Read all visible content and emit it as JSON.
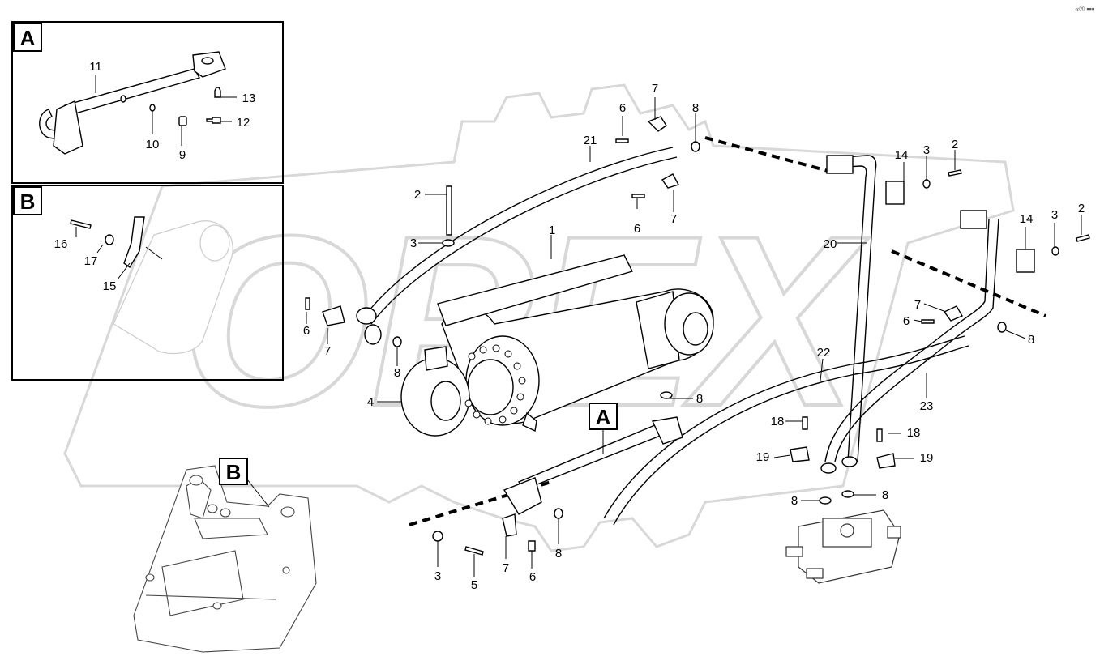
{
  "corner_text": "«® ▪▪▪",
  "watermark": "OPEX",
  "detail_boxes": [
    {
      "id": "A",
      "letter": "A"
    },
    {
      "id": "B",
      "letter": "B"
    }
  ],
  "callout_boxes": [
    {
      "id": "A",
      "letter": "A"
    },
    {
      "id": "B",
      "letter": "B"
    }
  ],
  "detail_a_labels": [
    "11",
    "13",
    "12",
    "10",
    "9"
  ],
  "detail_b_labels": [
    "16",
    "17",
    "15"
  ],
  "main_labels": [
    "7",
    "6",
    "8",
    "21",
    "14",
    "3",
    "2",
    "2",
    "3",
    "1",
    "6",
    "7",
    "20",
    "14",
    "3",
    "2",
    "6",
    "7",
    "8",
    "4",
    "8",
    "7",
    "6",
    "8",
    "22",
    "23",
    "18",
    "18",
    "19",
    "19",
    "8",
    "8",
    "3",
    "5",
    "7",
    "6",
    "8"
  ]
}
